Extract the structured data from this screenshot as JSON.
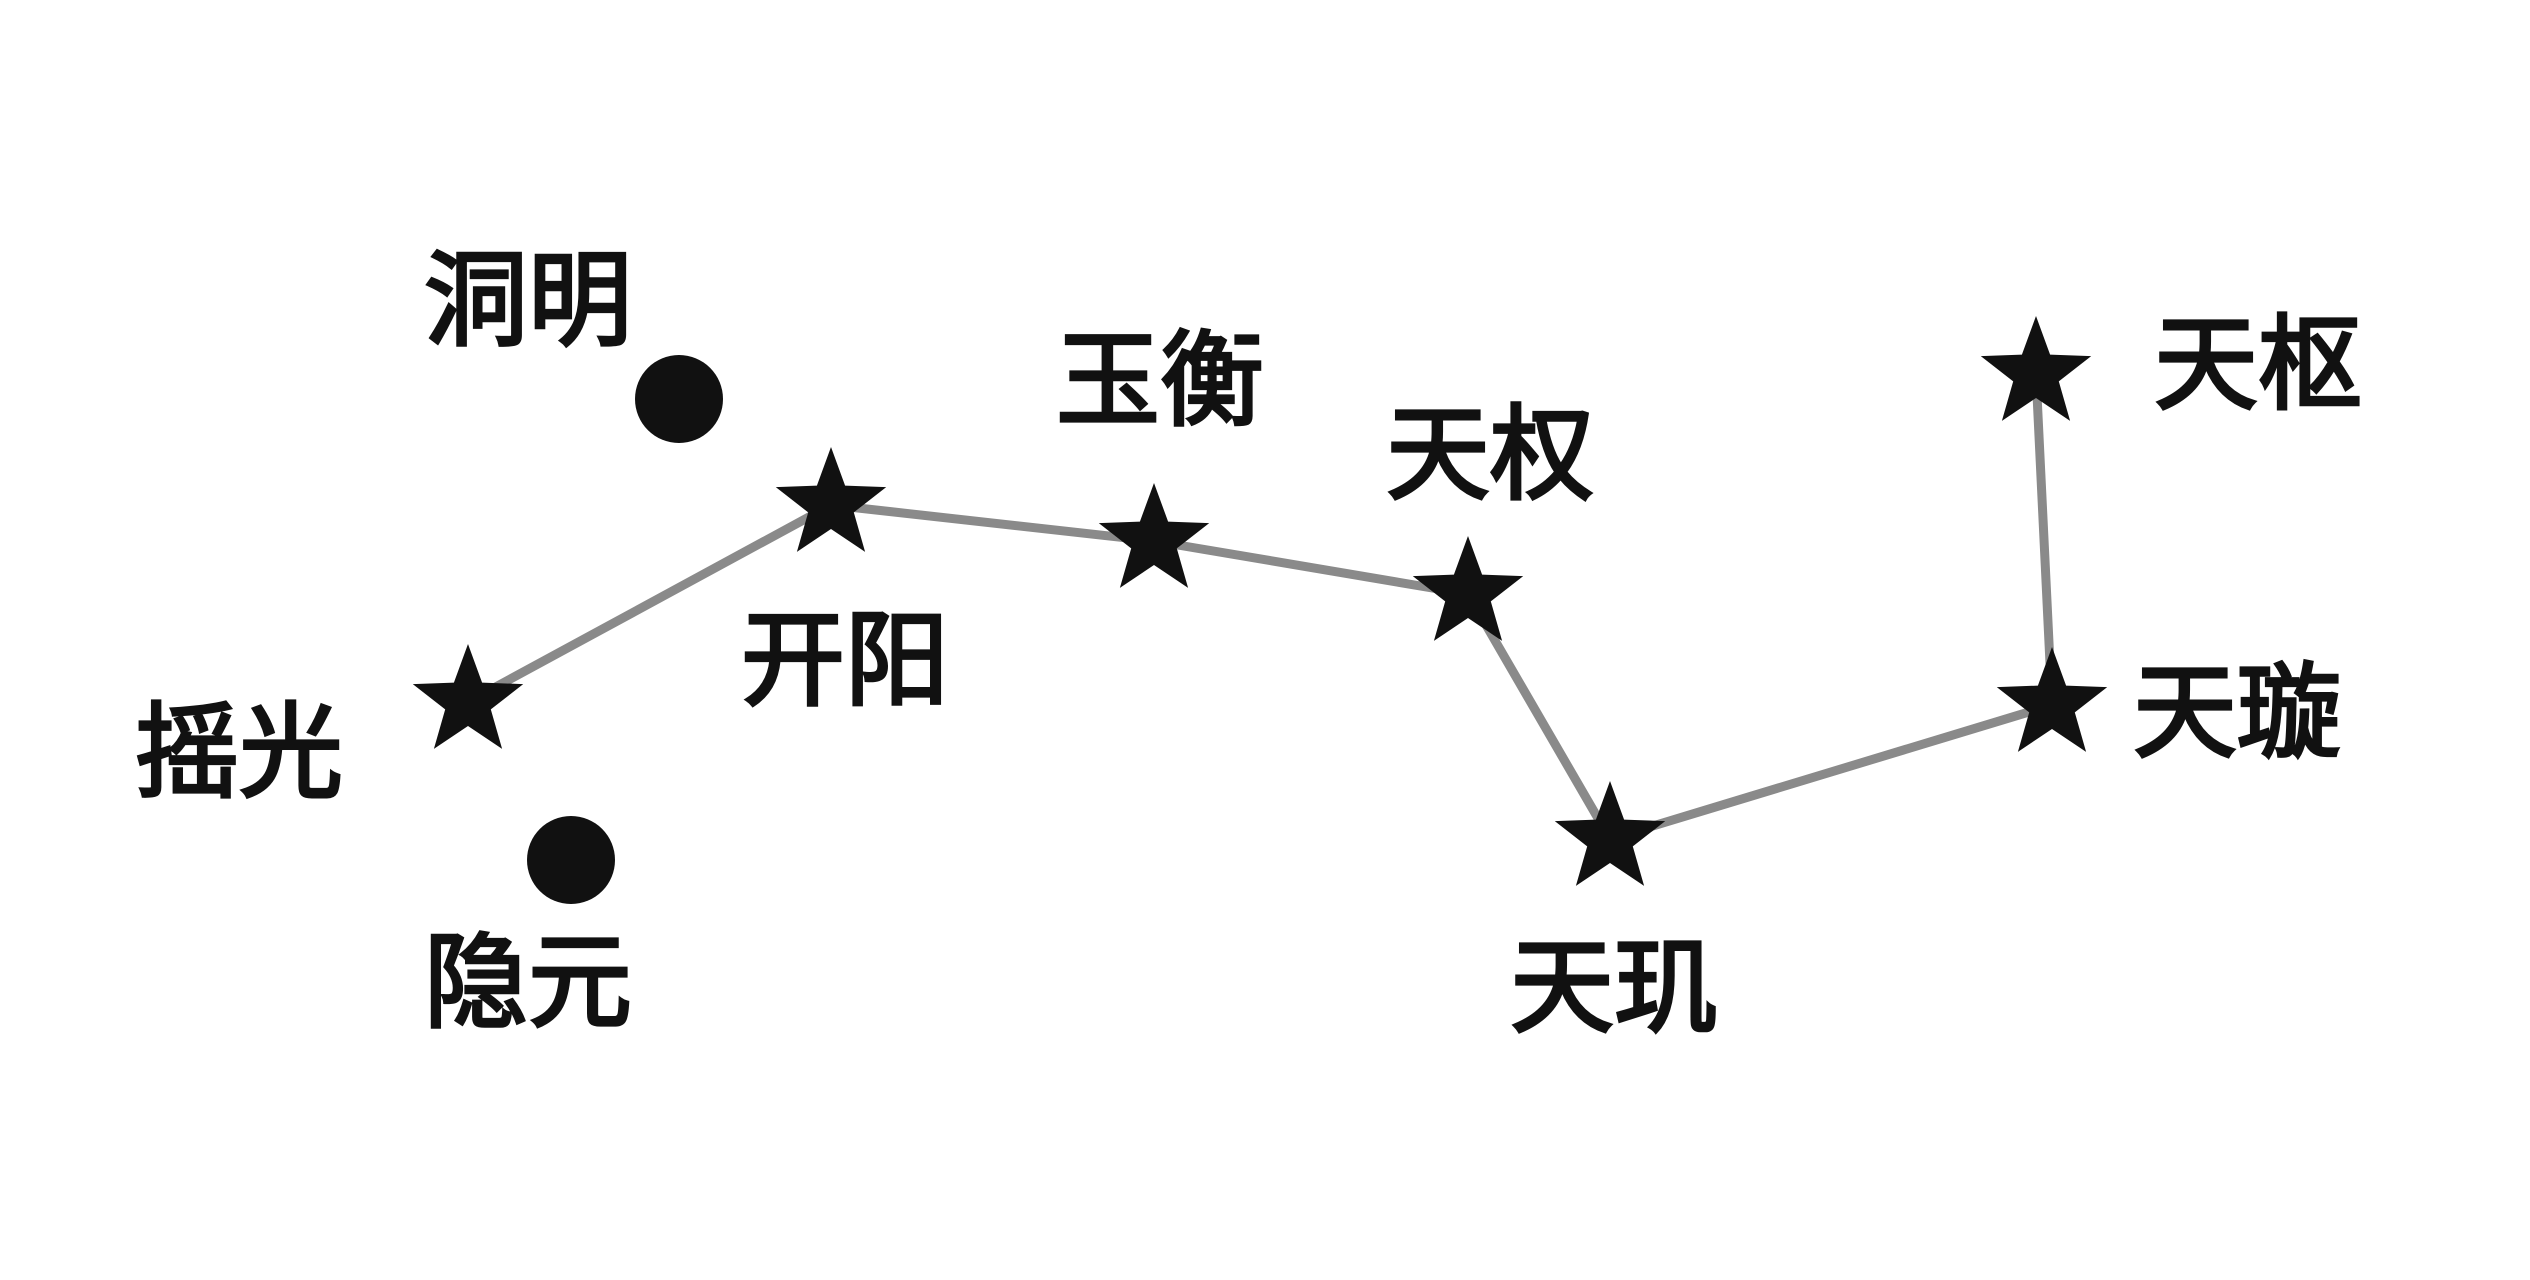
{
  "diagram": {
    "stars": [
      {
        "id": "yaoguang",
        "label": "摇光"
      },
      {
        "id": "kaiyang",
        "label": "开阳"
      },
      {
        "id": "yuheng",
        "label": "玉衡"
      },
      {
        "id": "tianquan",
        "label": "天权"
      },
      {
        "id": "tianji",
        "label": "天玑"
      },
      {
        "id": "tianxuan",
        "label": "天璇"
      },
      {
        "id": "tianshu",
        "label": "天枢"
      }
    ],
    "hidden_stars": [
      {
        "id": "dongming",
        "label": "洞明"
      },
      {
        "id": "yinyuan",
        "label": "隐元"
      }
    ],
    "connections": [
      [
        "yaoguang",
        "kaiyang"
      ],
      [
        "kaiyang",
        "yuheng"
      ],
      [
        "yuheng",
        "tianquan"
      ],
      [
        "tianquan",
        "tianji"
      ],
      [
        "tianji",
        "tianxuan"
      ],
      [
        "tianxuan",
        "tianshu"
      ]
    ],
    "colors": {
      "star": "#111111",
      "line": "#8a8a8a",
      "background": "#ffffff"
    },
    "icons": {
      "star": "star-icon",
      "hidden": "dot-icon"
    }
  }
}
